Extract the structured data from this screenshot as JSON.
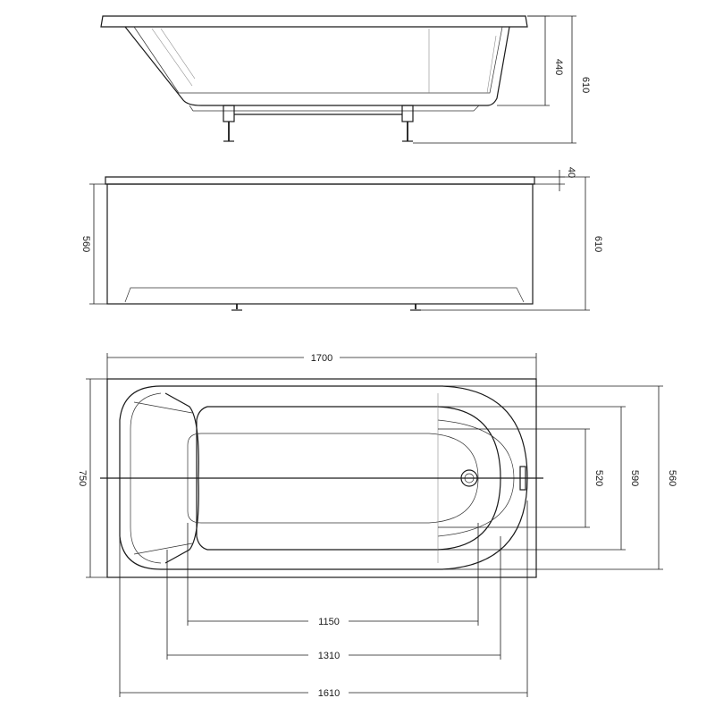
{
  "side_view": {
    "dim_440": "440",
    "dim_610": "610"
  },
  "front_view": {
    "dim_40": "40",
    "dim_560": "560",
    "dim_610": "610"
  },
  "top_view": {
    "dim_1700": "1700",
    "dim_750": "750",
    "dim_520": "520",
    "dim_590": "590",
    "dim_560": "560",
    "dim_1150": "1150",
    "dim_1310": "1310",
    "dim_1610": "1610"
  }
}
